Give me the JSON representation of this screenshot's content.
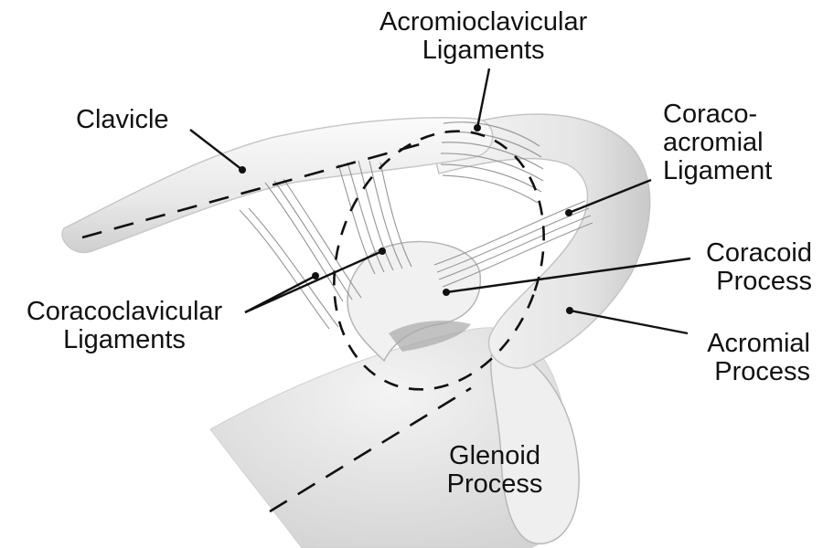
{
  "diagram": {
    "labels": {
      "acromioclavicular": [
        "Acromioclavicular",
        "Ligaments"
      ],
      "clavicle": [
        "Clavicle"
      ],
      "coracoacromial": [
        "Coraco-",
        "acromial",
        "Ligament"
      ],
      "coracoid": [
        "Coracoid",
        "Process"
      ],
      "coracoclavicular": [
        "Coracoclavicular",
        "Ligaments"
      ],
      "acromial": [
        "Acromial",
        "Process"
      ],
      "glenoid": [
        "Glenoid",
        "Process"
      ]
    },
    "colors": {
      "text": "#111111",
      "leader": "#111111",
      "bone_light": "#f3f3f3",
      "bone_mid": "#d6d6d6",
      "bone_shadow": "#9a9a9a",
      "ligament": "#8c8c8c"
    }
  }
}
